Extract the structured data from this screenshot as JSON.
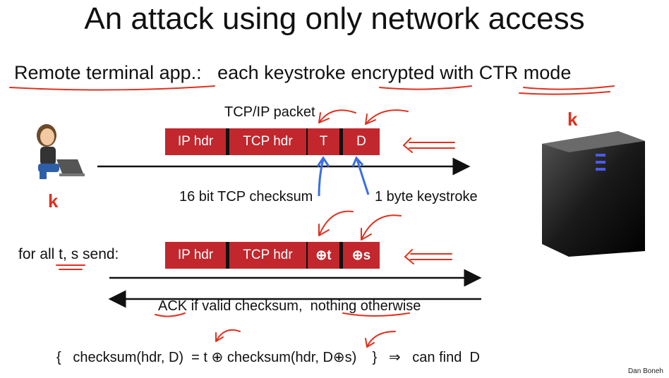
{
  "slide": {
    "title": "An attack using only network access",
    "subtitle": "Remote terminal app.:   each keystroke encrypted with CTR mode",
    "credit": "Dan Boneh"
  },
  "packet_top": {
    "caption": "TCP/IP packet",
    "fields": [
      "IP hdr",
      "TCP hdr",
      "T",
      "D"
    ]
  },
  "packet_bottom": {
    "prefix": "for all t, s send:",
    "fields": [
      "IP hdr",
      "TCP hdr",
      "⊕t",
      "⊕s"
    ]
  },
  "labels": {
    "checksum": "16 bit TCP checksum",
    "keystroke": "1 byte keystroke",
    "ack": "ACK if valid checksum,  nothing otherwise",
    "formula": "{   checksum(hdr, D)  = t ⊕ checksum(hdr, D⊕s)    }   ⇒   can find  D"
  },
  "keys": {
    "user": "k",
    "server": "k"
  },
  "colors": {
    "packet": "#c1272d",
    "annotation": "#e0301e",
    "pointer": "#3b6fe0"
  }
}
